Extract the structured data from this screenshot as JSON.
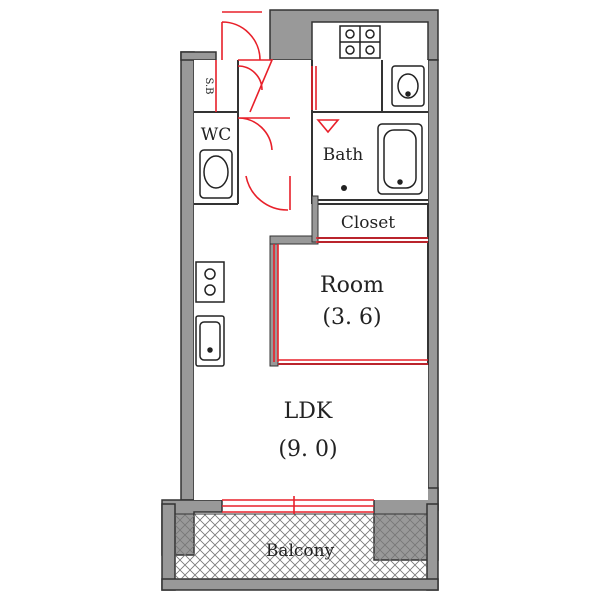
{
  "rooms": {
    "sb": "S.B",
    "wc": "WC",
    "bath": "Bath",
    "closet": "Closet",
    "room_name": "Room",
    "room_size": "(3. 6)",
    "ldk_name": "LDK",
    "ldk_size": "(9. 0)",
    "balcony": "Balcony"
  },
  "colors": {
    "wall": "#999999",
    "wall_edge": "#333333",
    "opening": "#e8202a",
    "line": "#333333"
  }
}
